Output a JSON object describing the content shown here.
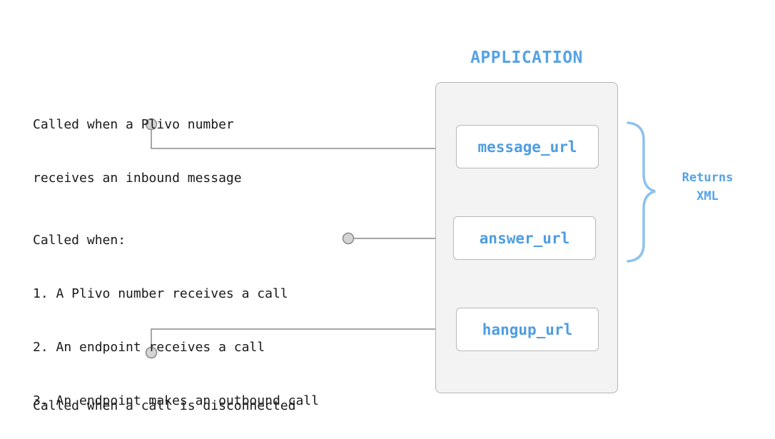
{
  "application": {
    "title": "APPLICATION",
    "urls": [
      {
        "label": "message_url"
      },
      {
        "label": "answer_url"
      },
      {
        "label": "hangup_url"
      }
    ]
  },
  "descriptions": {
    "message": [
      "Called when a Plivo number",
      "receives an inbound message"
    ],
    "answer": [
      "Called when:",
      "1. A Plivo number receives a call",
      "2. An endpoint receives a call",
      "3. An endpoint makes an outbound call"
    ],
    "hangup": [
      "Called when a call is disconnected"
    ]
  },
  "returns": {
    "line1": "Returns",
    "line2": "XML"
  },
  "colors": {
    "accent_blue": "#4f9de0",
    "brace_blue": "#8ec2ee",
    "connector_gray": "#8a8a8a",
    "node_fill": "#d4d4d4",
    "app_box_fill": "#f4f3f4"
  }
}
